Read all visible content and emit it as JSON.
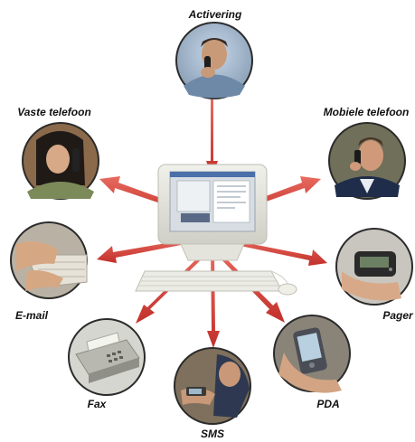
{
  "nodes": {
    "activering": {
      "label": "Activering",
      "icon": "man-on-phone-photo"
    },
    "vaste_telefoon": {
      "label": "Vaste telefoon",
      "icon": "woman-on-landline-photo"
    },
    "mobiele_telefoon": {
      "label": "Mobiele telefoon",
      "icon": "man-on-mobile-photo"
    },
    "email": {
      "label": "E-mail",
      "icon": "hands-on-keyboard-photo"
    },
    "pager": {
      "label": "Pager",
      "icon": "hand-holding-pager-photo"
    },
    "fax": {
      "label": "Fax",
      "icon": "fax-machine-photo"
    },
    "sms": {
      "label": "SMS",
      "icon": "person-texting-photo"
    },
    "pda": {
      "label": "PDA",
      "icon": "hand-holding-pda-photo"
    }
  },
  "hub": {
    "icon": "desktop-computer-icon"
  },
  "colors": {
    "arrow": "#d9413c",
    "ring": "#2b2b2b"
  }
}
